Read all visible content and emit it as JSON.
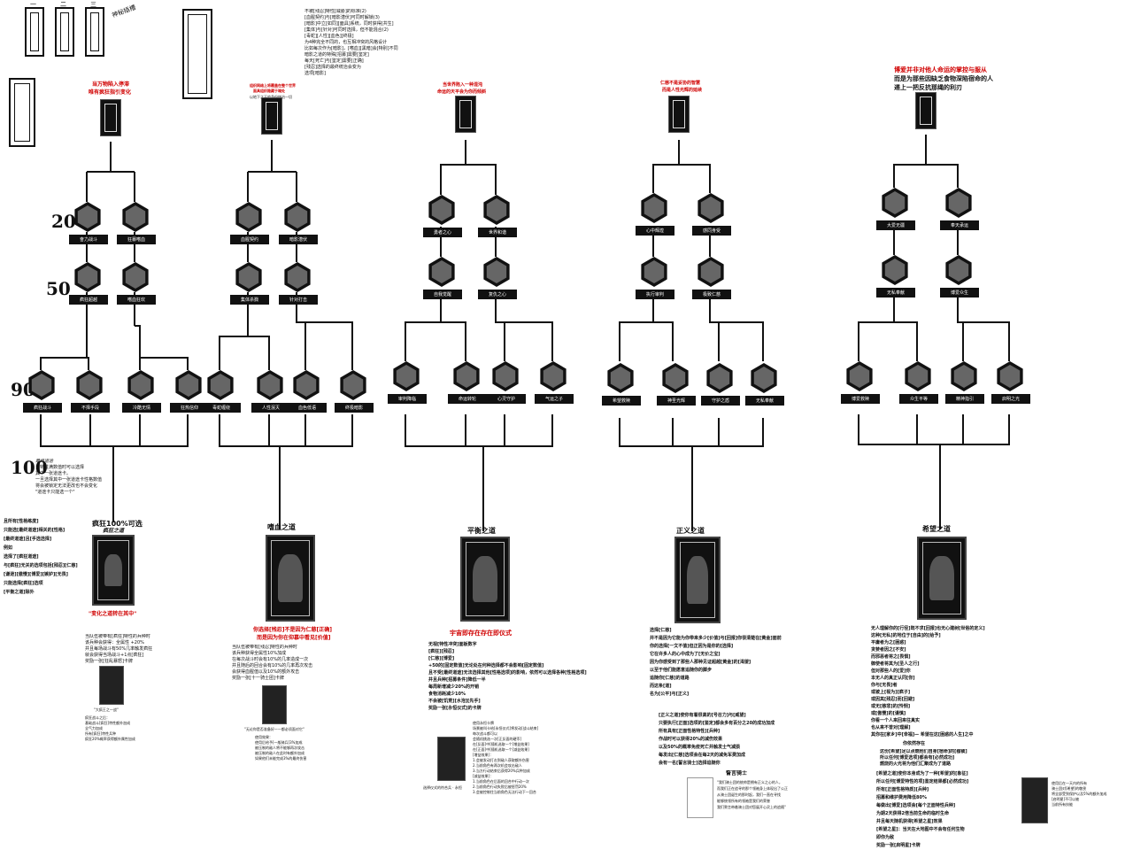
{
  "levels": [
    "20",
    "50",
    "90",
    "100"
  ],
  "top_doodles": [
    "一",
    "二",
    "三",
    "神秘插槽"
  ],
  "final_rule": {
    "title": "最终道途",
    "lines": [
      "当特性满数值时可以选择",
      "其中一张道途卡。",
      "一旦选择其中一张道途卡性格数值",
      "将会被锁定无法更改也不会变化",
      "\"道途卡只能选一个\""
    ]
  },
  "left_rules": [
    "且所有[性格练度]",
    "只能选[最终道途]相关的[性格]",
    "[最终道途]且[手选选择]",
    "例如",
    "选择了[疯狂道途]",
    "与[疯狂]无关的选项包括[残忍][仁慈]",
    "[谦逊][傲慢][博爱][嫉妒][无畏]",
    "只能选择[疯狂]选项",
    "[平衡之道]除外"
  ],
  "paths": [
    {
      "heading_red": [
        "当万物陷入停滞",
        "唯有疯狂指引变化"
      ],
      "nodes_20": [
        "奋力战斗",
        "狂暴嗜血"
      ],
      "nodes_50": [
        "疯狂超越",
        "嗜血狂欢"
      ],
      "nodes_90": [
        "疯狂战斗",
        "不择手段",
        "冷酷无情",
        "狂热信仰"
      ],
      "title": "疯狂100%可选",
      "subtitle": "疯狂之道",
      "quote": "\"变化之道转在其中\"",
      "desc": [
        "当队伍被带有[疯狂]特性的兵种时",
        "该兵种会获得：全属性 +20%",
        "并且每场战斗有50%几率触发疯狂",
        "就会获得当场战斗+1点[疯狂]",
        "奖励一张[狂乱暴怒]卡牌"
      ],
      "small_caption": "\"大疯王之一战\"",
      "small_notes": [
        "疯狂战斗之后：",
        "基础战斗[疯狂]特性额外加成",
        "全气力加成",
        "所有[疯狂]特性兵种",
        "疯狂20%概率获得额外属性加成"
      ]
    },
    {
      "heading_red": [
        "组织网络上将覆盖在整个世界",
        "面具组织隐藏于暗处"
      ],
      "heading_black": [
        "以地下之王的身份统治一切"
      ],
      "nodes_20": [
        "血腥契约",
        "暗影潜伏"
      ],
      "nodes_50": [
        "集体杀戮",
        "针对打击"
      ],
      "nodes_90": [
        "毒蛇缠绕",
        "人性泯灭",
        "血色低语",
        "终极暗影"
      ],
      "title": "嗜血之道",
      "quote_lines": [
        "你选择[残忍]不是因为仁慈[正确]",
        "而是因为你在仰慕中看见[价值]"
      ],
      "desc": [
        "当队伍被带有[残忍]特性的兵种时",
        "该兵种获得全属性10%加成",
        "在每次战斗时会有10%的几率造成一次",
        "并且随后的回合会有10%的几率再次攻击",
        "会获得血腥值以及10%的额外攻击",
        "奖励一张[十一骑士团]卡牌"
      ],
      "small_caption": "\"无论你是否准备好——都必须面对它\"",
      "small_notes": [
        "使用效果：",
        "使用后给予[一般骑兵]3%加成",
        "被压制的敌人将不能够再次攻击",
        "被压制的敌人在此时有额外加成",
        "如果他们未能完成3%的最终伤害"
      ]
    },
    {
      "heading_red": [
        "当世界陷入一种混沌",
        "命运的天平会为你而倾斜"
      ],
      "nodes_20": [
        "勇者之心",
        "世界和谐"
      ],
      "nodes_50": [
        "自我觉醒",
        "复仇之心"
      ],
      "nodes_90": [
        "审判降临",
        "命运转轮",
        "心灵守护",
        "气运之子"
      ],
      "title": "平衡之道",
      "quote": "宇宙即存在存在即仪式",
      "desc": [
        "无视[特性冲突]面板数字",
        "[疯狂][残忍]",
        "[仁慈][博爱]",
        "+50的[固定数值]无论处在何种选择都不会影响[固定数值]",
        "且不受[最终道途]无法选择其他[性格选项]的影响，依然可以选择各种[性格选项]",
        "并且兵种[招募条件]降低一半",
        "每周新增减少20%的开销",
        "食物消耗减少10%",
        "不会被[饥荒][水泡][先手]",
        "奖励一张[永恒仪式]的卡牌"
      ],
      "card_caption": "选择仪式的符合兵 · 永恒",
      "card_desc": [
        "使用永恒卡牌",
        "场景被叫卡给[永恒仪式]将发动[战斗结束]",
        "每次战斗都可以",
        "会随机挑选一次[正反面的硬币]",
        "在[反面]中[随机选取一个[增益效果]",
        "在[正面]中[随机选取一个[减益效果]",
        "[增益效果]：",
        "1.会被发动打击到敌人获取额外伤害",
        "2.当前角色有两次机会攻击敌人",
        "3.当方行动结束后获得20%兵种加成",
        "[减益效果]：",
        "1.当前角色在后面的回合中行动一次",
        "2.当前角色行动失败后被惩罚20%",
        "3.会被控制住当前角色无法行动下一回合"
      ]
    },
    {
      "heading_red": [
        "仁慈不是妥协的智慧",
        "而是人性光辉的延续"
      ],
      "nodes_20": [
        "心中辉煌",
        "感同身受"
      ],
      "nodes_50": [
        "执行审判",
        "极致仁慈"
      ],
      "nodes_90": [
        "希望救赎",
        "神圣光辉",
        "守护之盾",
        "无私奉献"
      ],
      "title": "正义之道",
      "desc": [
        "选择[仁慈]",
        "并不是因为它能为你带来多少[价值]与[回报]你很清楚在[黄金]面前",
        "你的选择[一文不值]但正因为是你的[选择]",
        "它在许多人的心中成为了[无价之宝]",
        "因为你感受到了那些人那种见证超越[黄金]的[渴望]",
        "以至于他们能愿意追随你的脚步",
        "追随你[仁慈]的道路",
        "而这条[道]",
        "名为[公平]与[正义]"
      ],
      "effects": [
        "[正义之道]使你有着很高的[号召力]与[威望]",
        "只要执行[正面]选项的[鉴定]都会多有百分之20的成功加成",
        "所有具有[正面性格特性][兵种]",
        "作战时可以获得20%的减伤效果",
        "以及50%的概率免疫死亡并触发士气减损",
        "每发出[仁慈]选项会在每2天的减免军费加成",
        "会有一名[誓言骑士]选择追随你"
      ],
      "knight_title": "誓言骑士",
      "knight_desc": [
        "\"我们骑士团的统帅是拥有正义之心的人，",
        "而我们正在追寻的那个领袖身上体现出了公正",
        "从骑士团诞生的那时起，我们一直在寻找",
        "能够统领所有的领袖是我们的荣誉",
        "我们誓言带着骑士团对您展开心灵上的追随\""
      ]
    },
    {
      "heading_red": [
        "博爱并非对他人命运的掌控与服从"
      ],
      "heading_black": [
        "而是为那些因缺乏食物深陷宿命的人",
        "递上一把反抗那绳的利刃"
      ],
      "nodes_20": [
        "大爱无疆",
        "奉天承运"
      ],
      "nodes_50": [
        "无私奉献",
        "博爱众生"
      ],
      "nodes_90": [
        "博爱救赎",
        "众生平等",
        "精神指引",
        "启明之光"
      ],
      "title": "希望之道",
      "desc": [
        "无人理解你的[行径]既不求[回报]也无心建树[世俗的定义]",
        "这种[无私]的地位于[自由]的[给予]",
        "平庸者为之[困惑]",
        "贪婪者因之[不安]",
        "而邪恶者将之[畏惧]",
        "御使者将其为[圣人之行]",
        "但对那些人的[爱]你",
        "本无人的真正认同[你]",
        "你与[无畏]者",
        "或被上[视为][疯子]",
        "或因其[残忍]而[回避]",
        "或无[慈悲]的[怜悯]",
        "或[傲慢]的[谨慎]",
        "你看一个人来回来往真实",
        "也从来不曾对[理解]",
        "其你在[家乡]中[幸福]— 希望在这[困惑的人生]之中"
      ],
      "mid": "你依然存在",
      "desc2": [
        "这份[希望]足以点燃他们自身[宿命]的[枷锁]",
        "所以任何[博爱选项]都会有[必然成功]",
        "燃烧的火光将为他们汇聚成为了道路"
      ],
      "effects": [
        "[希望之道]使你本身成为了一种[希望]的[象征]",
        "所以任何[博爱特性的项]鉴定结果都[必然成功]",
        "所有[正面性格特质][兵种]",
        "招募和维护费用降低80%",
        "每做出[博爱]选项会[每个正面特性兵种]",
        "为期2天获得2倍当前生命的临时生命",
        "并且每天随机获得[希望之星]效果",
        "[希望之星]：当天在大地图中不会有任何生物",
        "即你为敌",
        "奖励一张[启明星]卡牌"
      ],
      "card_notes": [
        "使用后在一天内的所有",
        "骑士团对[希望]的敬畏",
        "将全部受到保护以及5%的额外加成",
        "[启明星]不可以被",
        "当前所有技能"
      ]
    }
  ],
  "top_notes": [
    "不被[残忍]特性[威胁]的标准(2)",
    "[血腥契约]与[暗影潜伏]可同时解锁(3)",
    "[暗影]中立[如同][面具]系统，同时获得[共生]",
    "[集体]与[针对]可同时选择，但不能混合(2)",
    "[毒蛇][人性][血色][终极]",
    "为4种完全不同的，也互相冲突的风格设计",
    "比如每次作为[暗影]，[嗜血][黑暗]会[特别]不同",
    "暗影之道的特殊[招募]需要[鉴定]",
    "每天[死亡]与[鉴定]需要[正确]",
    "[残忍]选择的最终统治会变为",
    "选项[暗影]"
  ]
}
